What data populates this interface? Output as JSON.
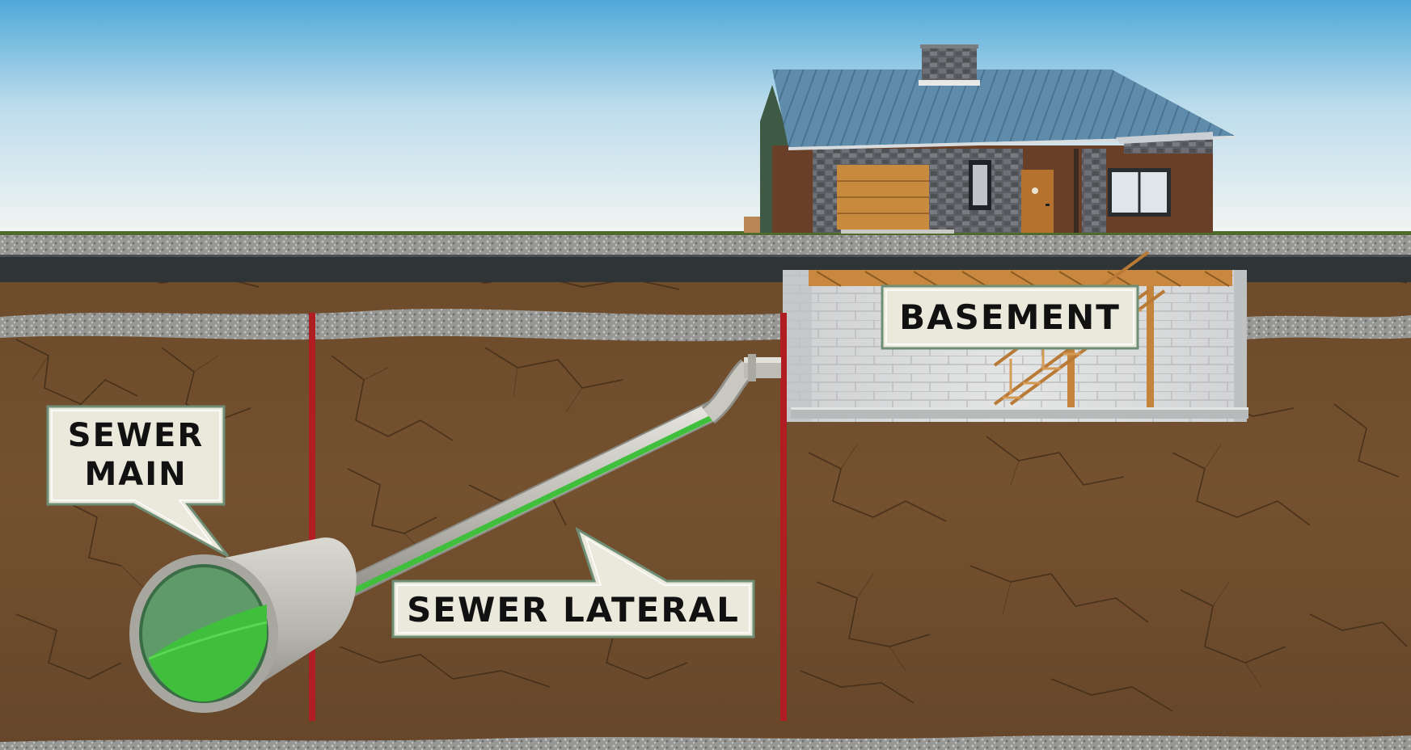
{
  "labels": {
    "basement": "BASEMENT",
    "sewer_main_line1": "SEWER",
    "sewer_main_line2": "MAIN",
    "sewer_lateral": "SEWER LATERAL"
  },
  "colors": {
    "sky_top": "#4fa9d8",
    "sky_bottom": "#f3f5f2",
    "soil": "#6e4c2c",
    "soil_crack": "#3b2815",
    "gravel": "#9a9a98",
    "asphalt": "#2f3437",
    "roof": "#5d89a8",
    "stone": "#5d5e63",
    "siding": "#6a3f27",
    "garage_door": "#c88b3e",
    "basement_wall": "#dedfe0",
    "boundary_line": "#b01e23",
    "sewage": "#3fbf3c",
    "pipe": "#c9c8c0",
    "label_bg": "#ebe8dc",
    "label_border": "#6f8e76"
  }
}
